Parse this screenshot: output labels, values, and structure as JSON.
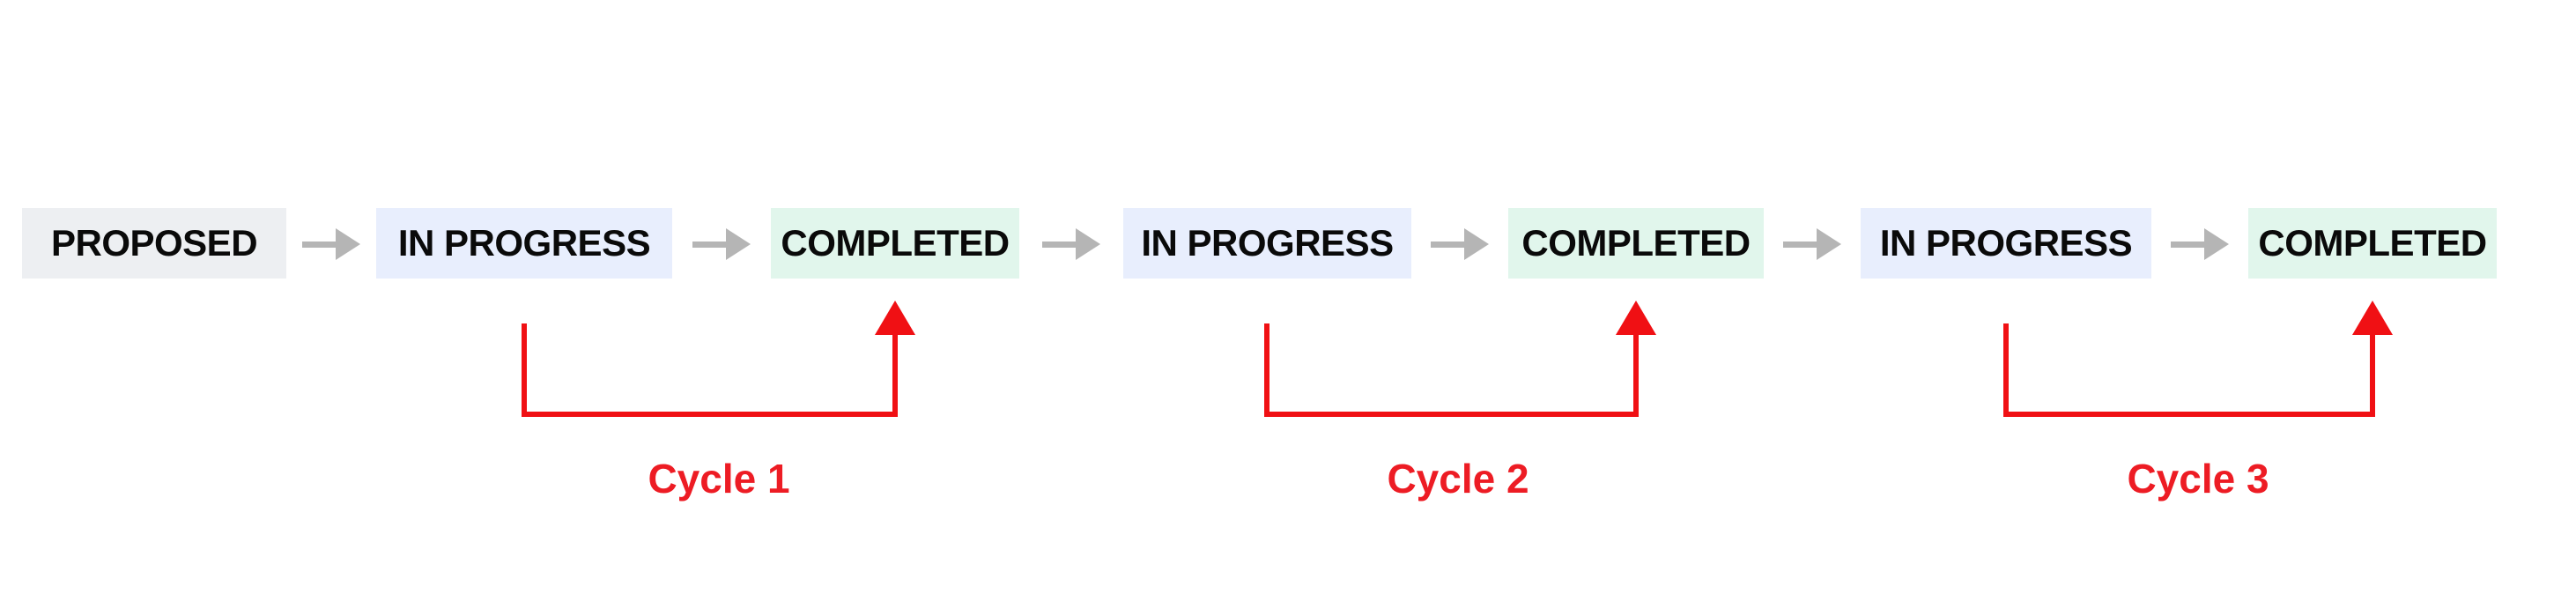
{
  "diagram": {
    "nodes": [
      {
        "label": "PROPOSED",
        "type": "proposed"
      },
      {
        "label": "IN PROGRESS",
        "type": "in-progress"
      },
      {
        "label": "COMPLETED",
        "type": "completed"
      },
      {
        "label": "IN PROGRESS",
        "type": "in-progress"
      },
      {
        "label": "COMPLETED",
        "type": "completed"
      },
      {
        "label": "IN PROGRESS",
        "type": "in-progress"
      },
      {
        "label": "COMPLETED",
        "type": "completed"
      }
    ],
    "cycles": [
      {
        "label": "Cycle 1",
        "from": "IN PROGRESS",
        "to": "COMPLETED"
      },
      {
        "label": "Cycle 2",
        "from": "IN PROGRESS",
        "to": "COMPLETED"
      },
      {
        "label": "Cycle 3",
        "from": "IN PROGRESS",
        "to": "COMPLETED"
      }
    ],
    "colors": {
      "background": "#ffffff",
      "proposed_bg": "#edeff2",
      "in_progress_bg": "#e8eefd",
      "completed_bg": "#e1f6ec",
      "flow_arrow_gray": "#b5b5b5",
      "cycle_red": "#f01014",
      "cycle_label_red": "#ed1c24",
      "node_text": "#0a0a0a"
    }
  }
}
